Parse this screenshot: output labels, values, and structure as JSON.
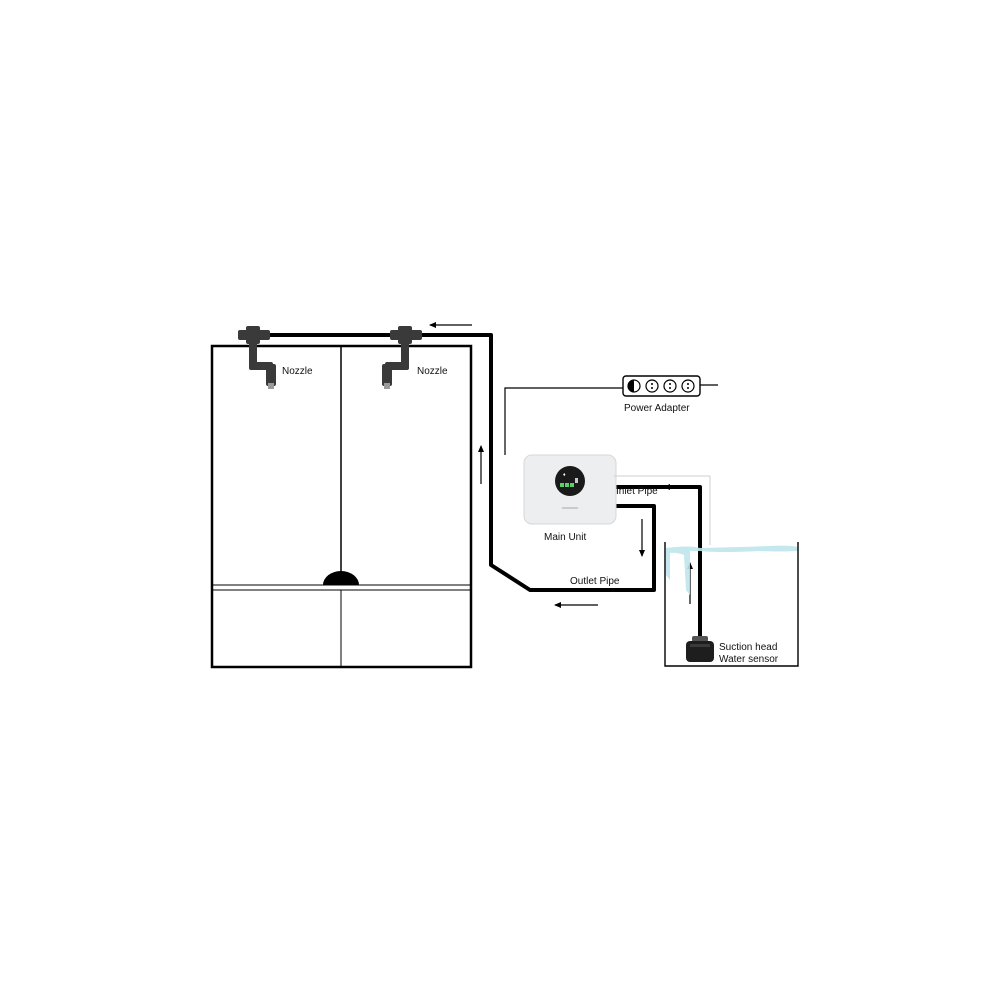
{
  "diagram": {
    "labels": {
      "nozzle_left": "Nozzle",
      "nozzle_right": "Nozzle",
      "power_adapter": "Power Adapter",
      "inlet_pipe": "Inlet Pipe",
      "main_unit": "Main Unit",
      "outlet_pipe": "Outlet Pipe",
      "suction_head": "Suction head",
      "water_sensor": "Water sensor"
    },
    "colors": {
      "pipe": "#000000",
      "enclosure": "#000000",
      "unit_body": "#eceef0",
      "unit_screen": "#1a1a1a",
      "water": "#bfe6ec",
      "nozzle": "#3a3a3a"
    },
    "icons": {
      "nozzle": "nozzle-icon",
      "power_strip": "power-strip-icon",
      "main_unit": "misting-controller-icon",
      "suction_head": "suction-head-icon",
      "arrow": "flow-arrow-icon"
    }
  }
}
